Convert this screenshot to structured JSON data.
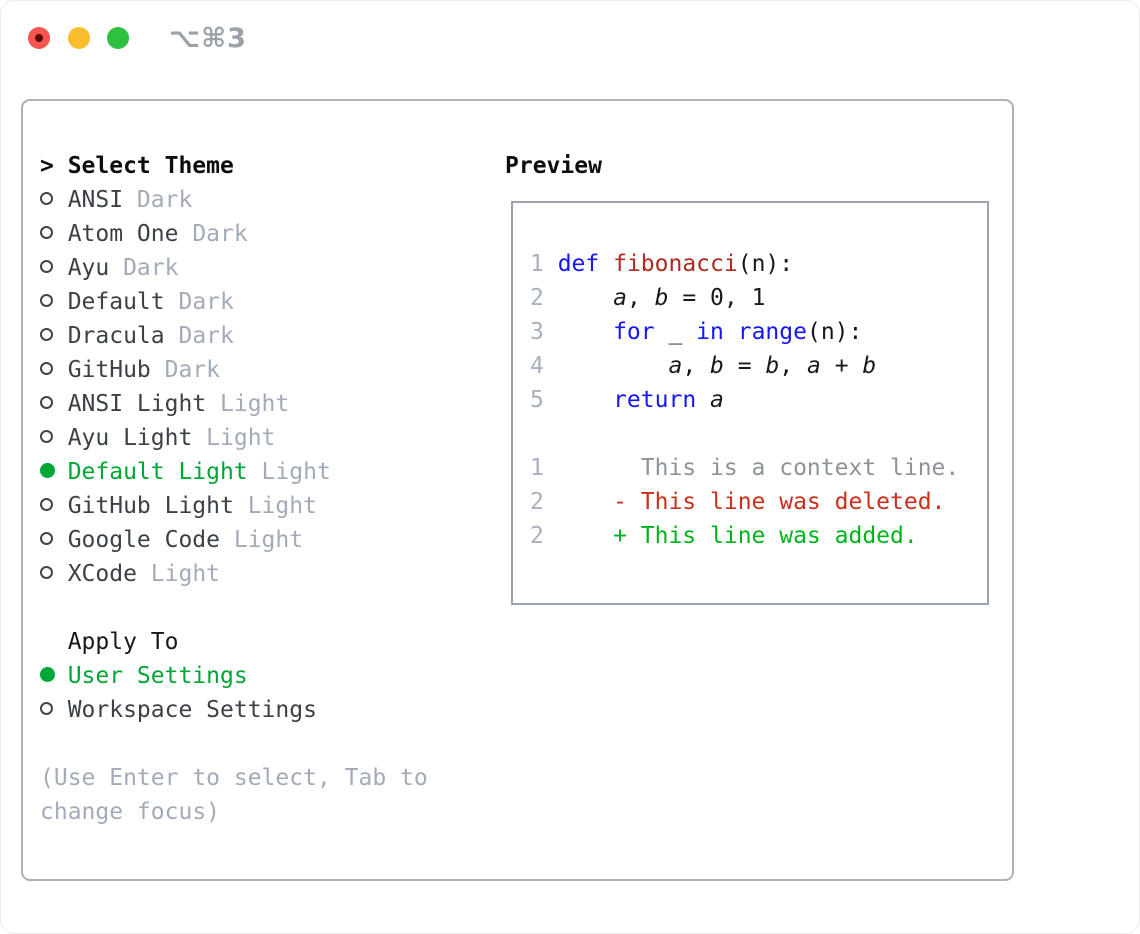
{
  "window": {
    "title": "⌥⌘3",
    "traffic_lights": [
      {
        "name": "close-button",
        "color": "#f6564f",
        "has_unsaved_dot": true
      },
      {
        "name": "minimize-button",
        "color": "#f9bd2e"
      },
      {
        "name": "zoom-button",
        "color": "#2ec03f"
      }
    ]
  },
  "theme_picker": {
    "prompt": ">",
    "header": "Select Theme",
    "themes": [
      {
        "name": "ANSI",
        "variant": "Dark",
        "selected": false
      },
      {
        "name": "Atom One",
        "variant": "Dark",
        "selected": false
      },
      {
        "name": "Ayu",
        "variant": "Dark",
        "selected": false
      },
      {
        "name": "Default",
        "variant": "Dark",
        "selected": false
      },
      {
        "name": "Dracula",
        "variant": "Dark",
        "selected": false
      },
      {
        "name": "GitHub",
        "variant": "Dark",
        "selected": false
      },
      {
        "name": "ANSI Light",
        "variant": "Light",
        "selected": false
      },
      {
        "name": "Ayu Light",
        "variant": "Light",
        "selected": false
      },
      {
        "name": "Default Light",
        "variant": "Light",
        "selected": true
      },
      {
        "name": "GitHub Light",
        "variant": "Light",
        "selected": false
      },
      {
        "name": "Google Code",
        "variant": "Light",
        "selected": false
      },
      {
        "name": "XCode",
        "variant": "Light",
        "selected": false
      }
    ],
    "apply_to": {
      "header": "Apply To",
      "options": [
        {
          "label": "User Settings",
          "selected": true
        },
        {
          "label": "Workspace Settings",
          "selected": false
        }
      ]
    },
    "help_lines": [
      "(Use Enter to select, Tab to",
      "change focus)"
    ]
  },
  "preview": {
    "header": "Preview",
    "lines": [
      {
        "num": "1",
        "tokens": [
          {
            "t": "def",
            "c": "kw"
          },
          {
            "t": " ",
            "c": "pl"
          },
          {
            "t": "fibonacci",
            "c": "fn"
          },
          {
            "t": "(n):",
            "c": "pl"
          }
        ]
      },
      {
        "num": "2",
        "tokens": [
          {
            "t": "    ",
            "c": "pl"
          },
          {
            "t": "a",
            "c": "var"
          },
          {
            "t": ", ",
            "c": "pl"
          },
          {
            "t": "b",
            "c": "var"
          },
          {
            "t": " = 0, 1",
            "c": "pl"
          }
        ]
      },
      {
        "num": "3",
        "tokens": [
          {
            "t": "    ",
            "c": "pl"
          },
          {
            "t": "for",
            "c": "kw"
          },
          {
            "t": " _ ",
            "c": "pl"
          },
          {
            "t": "in",
            "c": "kw"
          },
          {
            "t": " ",
            "c": "pl"
          },
          {
            "t": "range",
            "c": "kw"
          },
          {
            "t": "(n):",
            "c": "pl"
          }
        ]
      },
      {
        "num": "4",
        "tokens": [
          {
            "t": "        ",
            "c": "pl"
          },
          {
            "t": "a",
            "c": "var"
          },
          {
            "t": ", ",
            "c": "pl"
          },
          {
            "t": "b",
            "c": "var"
          },
          {
            "t": " = ",
            "c": "pl"
          },
          {
            "t": "b",
            "c": "var"
          },
          {
            "t": ", ",
            "c": "pl"
          },
          {
            "t": "a",
            "c": "var"
          },
          {
            "t": " + ",
            "c": "pl"
          },
          {
            "t": "b",
            "c": "var"
          }
        ]
      },
      {
        "num": "5",
        "tokens": [
          {
            "t": "    ",
            "c": "pl"
          },
          {
            "t": "return",
            "c": "kw"
          },
          {
            "t": " ",
            "c": "pl"
          },
          {
            "t": "a",
            "c": "var"
          }
        ]
      },
      {
        "num": "",
        "tokens": []
      },
      {
        "num": "1",
        "tokens": [
          {
            "t": "      This is a context line.",
            "c": "ctx"
          }
        ]
      },
      {
        "num": "2",
        "tokens": [
          {
            "t": "    - This line was deleted.",
            "c": "del"
          }
        ]
      },
      {
        "num": "2",
        "tokens": [
          {
            "t": "    + This line was added.",
            "c": "add"
          }
        ]
      }
    ]
  },
  "colors": {
    "accent_green": "#00a636",
    "added_green": "#00b41e",
    "deleted_red": "#c9301c",
    "keyword_blue": "#1616f2",
    "function_red": "#ad2b20",
    "muted_gray": "#a3abb8",
    "line_number_gray": "#a7b0bd",
    "context_gray": "#8e9399"
  }
}
